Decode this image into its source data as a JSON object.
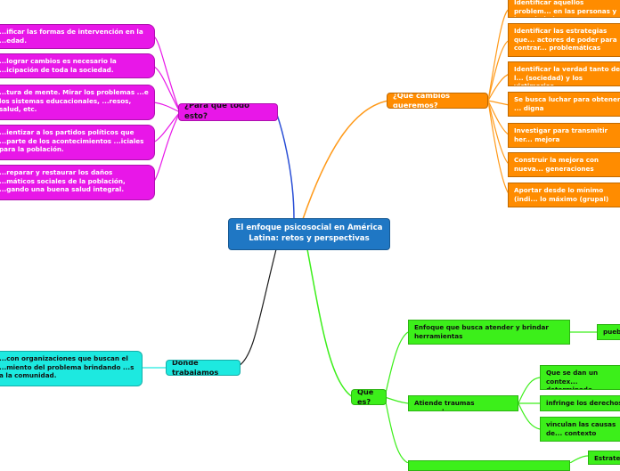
{
  "center": {
    "text": "El enfoque psicosocial en América Latina: retos y perspectivas"
  },
  "branches": {
    "para_que": {
      "title": "¿Para qué todo esto?",
      "items": [
        "...ificar las formas de intervención en la ...edad.",
        "...lograr cambios es necesario la ...icipación de toda la sociedad.",
        "...tura de mente. Mirar los problemas ...e los sistemas educacionales, ...resos, salud, etc.",
        "...ientizar a los partidos políticos que ...parte de los acontecimientos ...iciales para la población.",
        "...reparar y restaurar los daños ...máticos sociales de la población, ...gando una buena salud integral."
      ]
    },
    "cambios": {
      "title": "¿Qué cambios queremos?",
      "items": [
        "Identificar aquellos problem... en las personas y la sociedad",
        "Identificar las estrategias que... actores de poder para contrar... problemáticas",
        "Identificar la verdad tanto de l... (sociedad) y los victimarios",
        "Se busca luchar para obtener ... digna",
        "Investigar para transmitir her... mejora",
        "Construir la mejora con nueva... generaciones",
        "Aportar desde lo mínimo (indi... lo máximo (grupal)"
      ]
    },
    "donde": {
      "title": "Donde trabajamos",
      "item": "...con organizaciones que buscan el ...miento del problema brindando ...s a la comunidad."
    },
    "que_es": {
      "title": "Que es?",
      "enfoque": "Enfoque que busca atender y brindar herramientas",
      "pueblo": "puebl...",
      "atiende": "Atiende traumas generados",
      "atiende_items": [
        "Que se dan un contex... determinado",
        "infringe los derechos ...",
        "vinculan las causas de... contexto"
      ],
      "estrateg": "Estrateg..."
    }
  },
  "colors": {
    "pink": "#e817e8",
    "orange": "#ff8c00",
    "green": "#3cef1a",
    "cyan": "#1de9e0",
    "center": "#1f77c4",
    "blue_line": "#2a4fd6"
  }
}
